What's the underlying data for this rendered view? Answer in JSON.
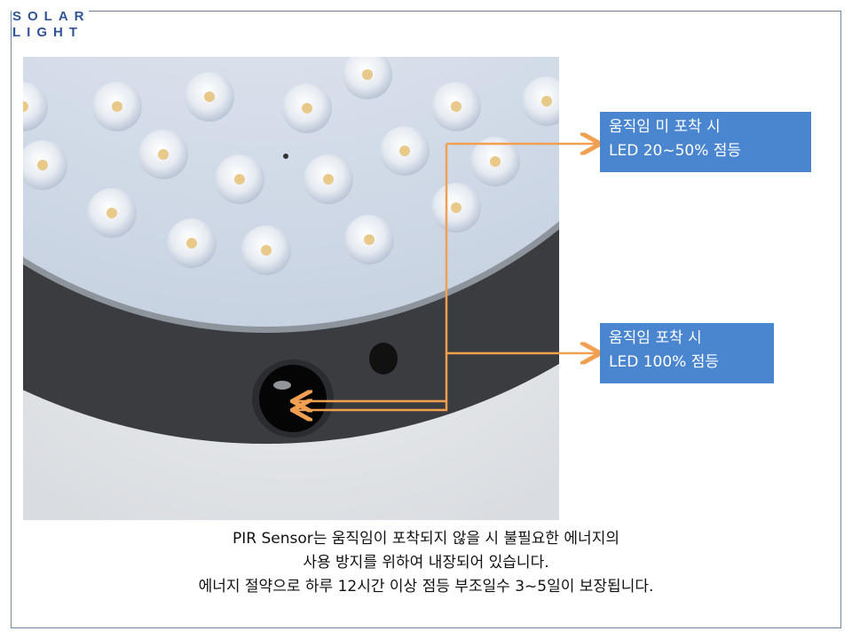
{
  "logo": {
    "line1": "SOLAR",
    "line2": "LIGHT"
  },
  "callouts": [
    {
      "line1": "움직임 미 포착 시",
      "line2": "LED 20~50% 점등"
    },
    {
      "line1": "움직임 포착 시",
      "line2": "LED 100% 점등"
    }
  ],
  "caption": {
    "line1": "PIR Sensor는 움직임이 포착되지 않을 시 불필요한 에너지의",
    "line2": "사용 방지를 위하여 내장되어 있습니다.",
    "line3": "에너지 절약으로 하루 12시간 이상 점등 부조일수 3~5일이 보장됩니다."
  },
  "colors": {
    "accent": "#4a86d0",
    "arrow": "#f0a050",
    "logo": "#2f5597"
  }
}
